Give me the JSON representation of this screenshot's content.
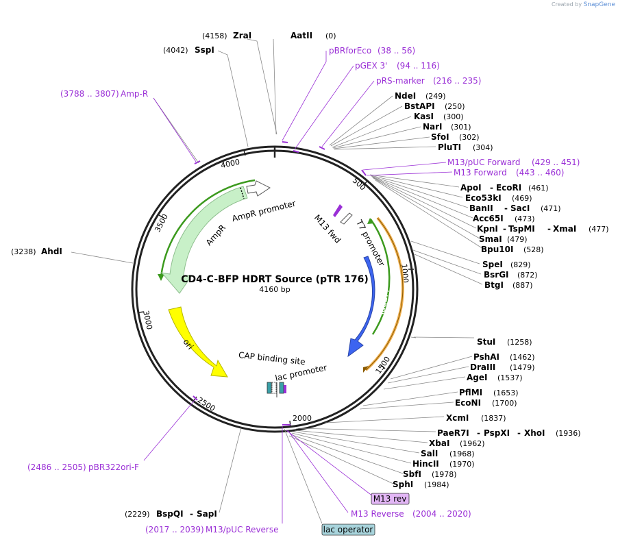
{
  "credit": {
    "created_by": "Created by",
    "brand": "SnapGene"
  },
  "plasmid": {
    "name": "CD4-C-BFP HDRT Source (pTR 176)",
    "length": "4160 bp"
  },
  "ruler": [
    "500",
    "1000",
    "1500",
    "2000",
    "2500",
    "3000",
    "3500",
    "4000"
  ],
  "sites": {
    "zra": "ZraI",
    "zra_pos": "(4158)",
    "aat": "AatII",
    "aat_pos": "(0)",
    "ssp": "SspI",
    "ssp_pos": "(4042)",
    "nde": "NdeI",
    "nde_pos": "(249)",
    "bst": "BstAPI",
    "bst_pos": "(250)",
    "kas": "KasI",
    "kas_pos": "(300)",
    "nar": "NarI",
    "nar_pos": "(301)",
    "sfo": "SfoI",
    "sfo_pos": "(302)",
    "plu": "PluTI",
    "plu_pos": "(304)",
    "apo": "ApoI",
    "eco": "EcoRI",
    "apo_pos": "(461)",
    "eco53": "Eco53kI",
    "eco53_pos": "(469)",
    "ban": "BanII",
    "sac": "SacI",
    "ban_pos": "(471)",
    "acc": "Acc65I",
    "acc_pos": "(473)",
    "kpn": "KpnI",
    "tsp": "TspMI",
    "xma": "XmaI",
    "kpn_pos": "(477)",
    "sma": "SmaI",
    "sma_pos": "(479)",
    "bpu": "Bpu10I",
    "bpu_pos": "(528)",
    "spe": "SpeI",
    "spe_pos": "(829)",
    "bsrg": "BsrGI",
    "bsrg_pos": "(872)",
    "btg": "BtgI",
    "btg_pos": "(887)",
    "ahd": "AhdI",
    "ahd_pos": "(3238)",
    "stu": "StuI",
    "stu_pos": "(1258)",
    "psh": "PshAI",
    "psh_pos": "(1462)",
    "dra": "DraIII",
    "dra_pos": "(1479)",
    "age": "AgeI",
    "age_pos": "(1537)",
    "pfl": "PflMI",
    "pfl_pos": "(1653)",
    "econi": "EcoNI",
    "econi_pos": "(1700)",
    "xcm": "XcmI",
    "xcm_pos": "(1837)",
    "pae": "PaeR7I",
    "psp": "PspXI",
    "xho": "XhoI",
    "pae_pos": "(1936)",
    "xba": "XbaI",
    "xba_pos": "(1962)",
    "sal": "SalI",
    "sal_pos": "(1968)",
    "hinc": "HincII",
    "hinc_pos": "(1970)",
    "sbf": "SbfI",
    "sbf_pos": "(1978)",
    "sph": "SphI",
    "sph_pos": "(1984)",
    "bspq": "BspQI",
    "sap": "SapI",
    "bspq_pos": "(2229)"
  },
  "primers": {
    "pbr": "pBRforEco",
    "pbr_range": "(38 .. 56)",
    "pgex": "pGEX 3'",
    "pgex_range": "(94 .. 116)",
    "prs": "pRS-marker",
    "prs_range": "(216 .. 235)",
    "ampr_range": "(3788 .. 3807)",
    "ampr": "Amp-R",
    "m13puc": "M13/pUC Forward",
    "m13puc_range": "(429 .. 451)",
    "m13f": "M13 Forward",
    "m13f_range": "(443 .. 460)",
    "pbr322_range": "(2486 .. 2505)",
    "pbr322": "pBR322ori-F",
    "m13rev_range": "(2017 .. 2039)",
    "m13rev": "M13/pUC Reverse",
    "m13r": "M13 Reverse",
    "m13r_range": "(2004 .. 2020)"
  },
  "features": {
    "ampr": "AmpR",
    "ampr_promoter": "AmpR promoter",
    "m13fwd": "M13 fwd",
    "t7": "T7 promoter",
    "tagbfp": "TagBFP",
    "ori": "ori",
    "cap": "CAP binding site",
    "lac_promoter": "lac promoter",
    "m13rev_box": "M13 rev",
    "lac_operator": "lac operator"
  },
  "colors": {
    "ampr": "#c8f0c8",
    "ori": "#ffff00",
    "tagbfp": "#3c64f0",
    "primer": "#9a2fd6",
    "green_arc": "#3c9a1e",
    "orange_arc": "#f0b050"
  }
}
